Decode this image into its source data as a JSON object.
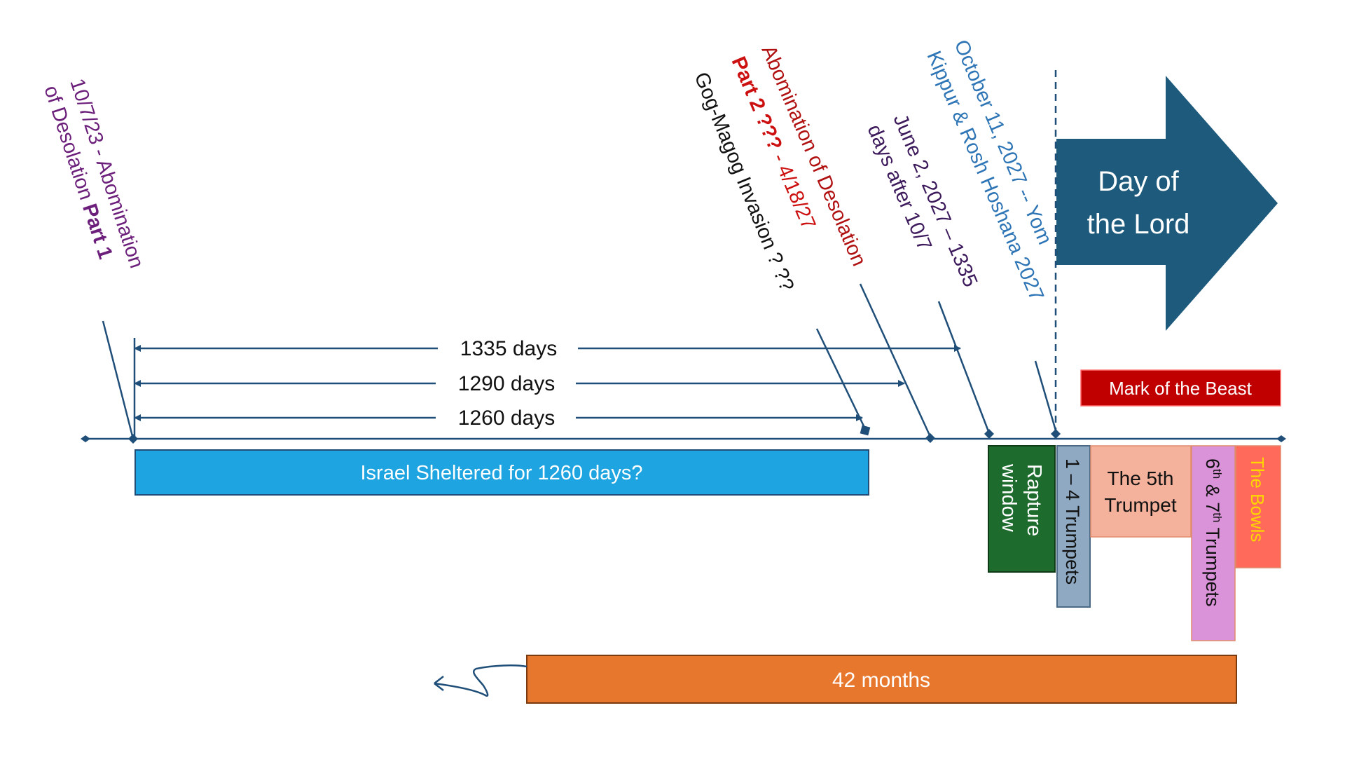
{
  "colors": {
    "line": "#1f4e79",
    "purple": "#6b1f7a",
    "dark_red": "#b01010",
    "bright_red": "#cc1010",
    "blue": "#2e75b6",
    "black": "#111111",
    "arrow": "#1d5a7c",
    "sheltered": "#1ea4e0",
    "mark": "#c00000",
    "rapture": "#1e6b2e",
    "trumpets14": "#8ea9c1",
    "fifth": "#f4b19b",
    "sixth_seventh": "#da92d8",
    "bowls": "#ff6a5a",
    "bowls_text": "#ffd700",
    "months": "#e8772e"
  },
  "events": {
    "abomination1": {
      "line1": "10/7/23 - Abomination",
      "line2_prefix": "of Desolation ",
      "line2_bold": "Part 1"
    },
    "gog": {
      "line1": "Gog-Magog Invasion ? ??"
    },
    "abomination2": {
      "line1": "Abomination  of Desolation",
      "line2_bold": "Part 2 ???",
      "line2_suffix": " - 4/18/27"
    },
    "june": {
      "line1": "June 2, 2027 – 1335",
      "line2": "days after 10/7"
    },
    "october": {
      "line1": "October 11, 2027 -- Yom",
      "line2": "Kippur & Rosh Hoshana 2027"
    }
  },
  "spans": {
    "d1335": "1335 days",
    "d1290": "1290 days",
    "d1260": "1260 days"
  },
  "boxes": {
    "sheltered": "Israel Sheltered for 1260 days?",
    "day_line1": "Day of",
    "day_line2": "the Lord",
    "mark": "Mark of the Beast",
    "rapture_line1": "Rapture",
    "rapture_line2": "window",
    "trumpets14": "1 – 4 Trumpets",
    "fifth_line1": "The 5th",
    "fifth_line2": "Trumpet",
    "sixth_n": "6",
    "sixth_sup": "th",
    "sixth_amp": " & 7",
    "sixth_sup2": "th",
    "sixth_rest": " Trumpets",
    "bowls": "The Bowls",
    "months": "42 months"
  }
}
